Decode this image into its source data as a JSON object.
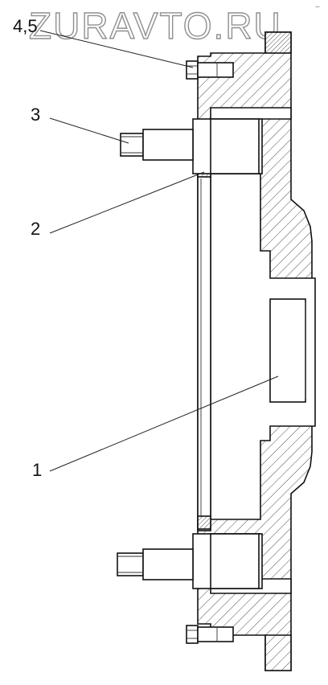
{
  "watermark": {
    "text": "ZURAVTO.RU",
    "corner_mark": "~"
  },
  "callouts": [
    {
      "id": "4_5",
      "label": "4,5"
    },
    {
      "id": "3",
      "label": "3"
    },
    {
      "id": "2",
      "label": "2"
    },
    {
      "id": "1",
      "label": "1"
    }
  ]
}
